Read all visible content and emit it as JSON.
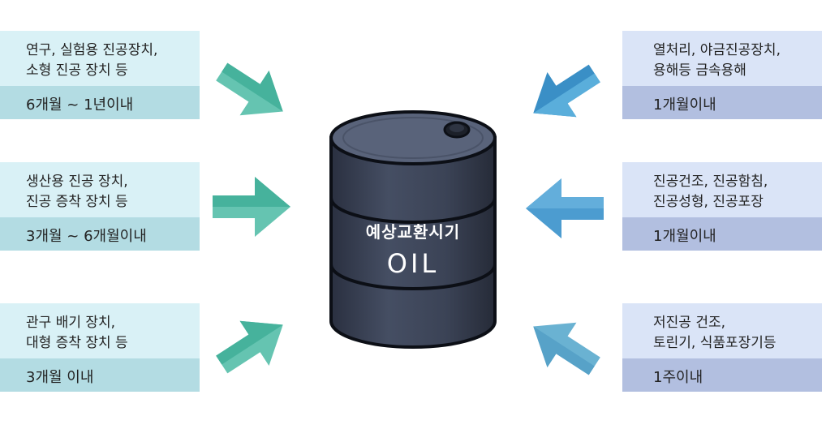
{
  "barrel": {
    "label_ko": "예상교환시기",
    "label_oil": "OIL"
  },
  "left_boxes": [
    {
      "line1": "연구, 실험용 진공장치,",
      "line2": "소형 진공 장치 등",
      "period": "6개월 ~ 1년이내"
    },
    {
      "line1": "생산용 진공 장치,",
      "line2": "진공 증착 장치 등",
      "period": "3개월 ~ 6개월이내"
    },
    {
      "line1": "관구 배기 장치,",
      "line2": "대형 증착 장치 등",
      "period": "3개월 이내"
    }
  ],
  "right_boxes": [
    {
      "line1": "열처리, 야금진공장치,",
      "line2": "용해등 금속용해",
      "period": "1개월이내"
    },
    {
      "line1": "진공건조, 진공함침,",
      "line2": "진공성형, 진공포장",
      "period": "1개월이내"
    },
    {
      "line1": "저진공 건조,",
      "line2": "토린기, 식품포장기등",
      "period": "1주이내"
    }
  ],
  "colors": {
    "left_desc_bg": "#d9f1f6",
    "left_period_bg": "#b3dce3",
    "right_desc_bg": "#dae4f7",
    "right_period_bg": "#b2bfe0",
    "green_arrow": "#4db9a4",
    "blue_arrow": "#4b9fd0",
    "barrel": "#3d4558"
  }
}
